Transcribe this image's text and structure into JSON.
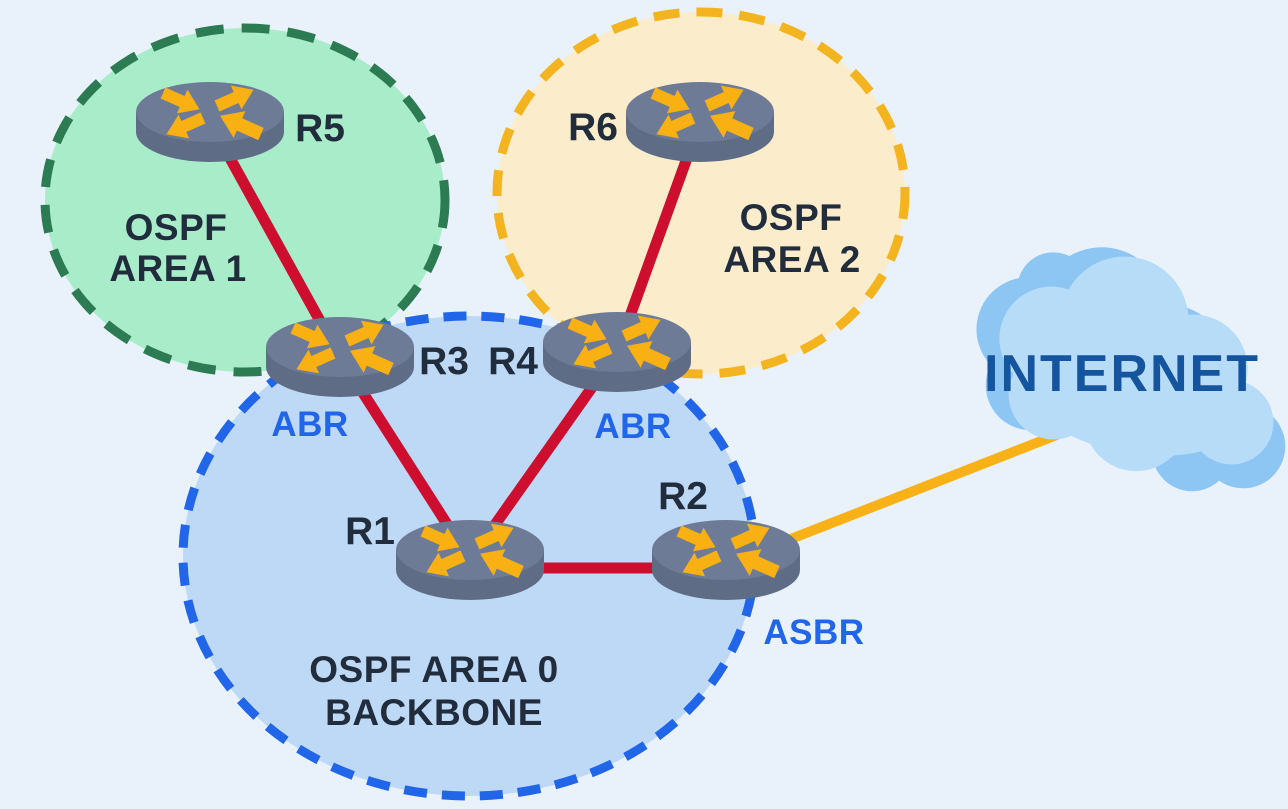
{
  "diagram": {
    "background_color": "#e9f2fb",
    "areas": {
      "area1": {
        "name_line1": "OSPF",
        "name_line2": "AREA 1",
        "fill": "#a9ecca",
        "border_color": "#2c7b53"
      },
      "area2": {
        "name_line1": "OSPF",
        "name_line2": "AREA 2",
        "fill": "#fbeccb",
        "border_color": "#f3b41f"
      },
      "area0": {
        "name_line1": "OSPF AREA 0",
        "name_line2": "BACKBONE",
        "fill": "#bdd9f6",
        "border_color": "#2166e8"
      }
    },
    "routers": {
      "r1": {
        "label": "R1"
      },
      "r2": {
        "label": "R2"
      },
      "r3": {
        "label": "R3"
      },
      "r4": {
        "label": "R4"
      },
      "r5": {
        "label": "R5"
      },
      "r6": {
        "label": "R6"
      }
    },
    "roles": {
      "r3_role": {
        "label": "ABR"
      },
      "r4_role": {
        "label": "ABR"
      },
      "r2_role": {
        "label": "ASBR"
      }
    },
    "internet": {
      "label": "INTERNET",
      "text_color": "#15549e",
      "cloud_fill": "#b7dcf8",
      "cloud_shadow": "#8dc6f3"
    },
    "links": {
      "internal_color": "#cd0e2e",
      "external_color": "#f8b117"
    },
    "router_colors": {
      "body_top": "#6d7b97",
      "body_side": "#5e6c86",
      "arrows": "#f9b013"
    },
    "label_colors": {
      "router_label": "#212d3d",
      "role_label": "#2166e8"
    }
  }
}
